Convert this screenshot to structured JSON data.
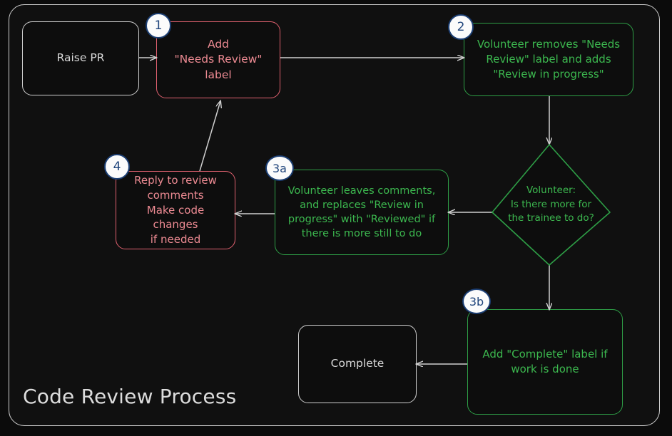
{
  "diagram": {
    "title": "Code Review Process",
    "type": "flowchart",
    "colors": {
      "background": "#0b0b0b",
      "frame_border": "#cfcfcf",
      "neutral": "#cfcfcf",
      "red": "#e0616f",
      "red_text": "#ec8a92",
      "green": "#2e9e46",
      "green_text": "#3cb84f",
      "badge_fill": "#fbfbfb",
      "badge_border": "#1c3f74",
      "badge_text": "#20457c",
      "edge": "#cfcfcf"
    },
    "nodes": [
      {
        "id": "raise-pr",
        "label": "Raise PR",
        "shape": "rounded-rect",
        "style": "neutral",
        "badge": null
      },
      {
        "id": "add-label",
        "label": "Add\n\"Needs Review\"\nlabel",
        "shape": "rounded-rect",
        "style": "red",
        "badge": "1"
      },
      {
        "id": "volunteer-removes",
        "label": "Volunteer removes \"Needs\nReview\" label and adds\n\"Review in progress\"",
        "shape": "rounded-rect",
        "style": "green",
        "badge": "2"
      },
      {
        "id": "decision",
        "label": "Volunteer:\nIs there more for\nthe trainee to do?",
        "shape": "diamond",
        "style": "green",
        "badge": null
      },
      {
        "id": "leaves-comments",
        "label": "Volunteer leaves comments,\nand replaces \"Review in\nprogress\" with \"Reviewed\" if\nthere is more still to do",
        "shape": "rounded-rect",
        "style": "green",
        "badge": "3a"
      },
      {
        "id": "reply-review",
        "label": "Reply to review\ncomments\nMake code changes\nif needed",
        "shape": "rounded-rect",
        "style": "red",
        "badge": "4"
      },
      {
        "id": "add-complete",
        "label": "Add \"Complete\" label if\nwork is done",
        "shape": "rounded-rect",
        "style": "green",
        "badge": "3b"
      },
      {
        "id": "complete",
        "label": "Complete",
        "shape": "rounded-rect",
        "style": "neutral",
        "badge": null
      }
    ],
    "edges": [
      {
        "from": "raise-pr",
        "to": "add-label"
      },
      {
        "from": "add-label",
        "to": "volunteer-removes"
      },
      {
        "from": "volunteer-removes",
        "to": "decision"
      },
      {
        "from": "decision",
        "to": "leaves-comments"
      },
      {
        "from": "decision",
        "to": "add-complete"
      },
      {
        "from": "leaves-comments",
        "to": "reply-review"
      },
      {
        "from": "reply-review",
        "to": "add-label"
      },
      {
        "from": "add-complete",
        "to": "complete"
      }
    ]
  }
}
